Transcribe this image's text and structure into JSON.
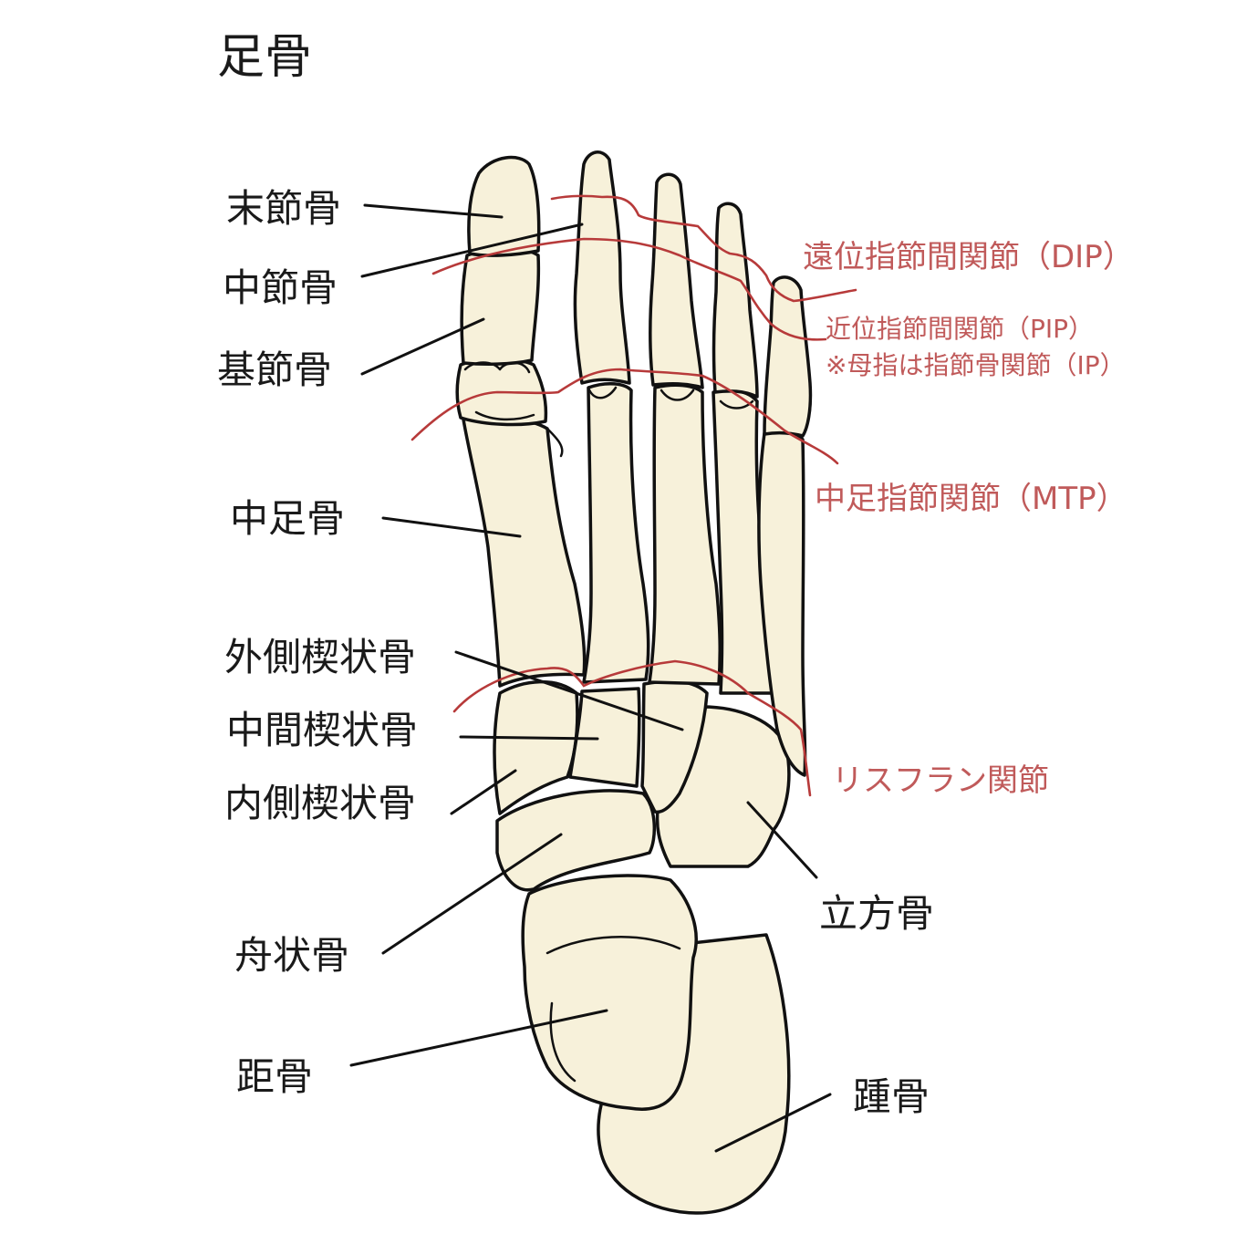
{
  "title": "足骨",
  "bone_labels": {
    "distal_phalanx": "末節骨",
    "middle_phalanx": "中節骨",
    "proximal_phalanx": "基節骨",
    "metatarsal": "中足骨",
    "lateral_cuneiform": "外側楔状骨",
    "intermediate_cuneiform": "中間楔状骨",
    "medial_cuneiform": "内側楔状骨",
    "navicular": "舟状骨",
    "talus": "距骨",
    "cuboid": "立方骨",
    "calcaneus": "踵骨"
  },
  "joint_labels": {
    "dip": "遠位指節間関節（DIP）",
    "pip": "近位指節間関節（PIP）",
    "ip_note": "※母指は指節骨関節（IP）",
    "mtp": "中足指節関節（MTP）",
    "lisfranc": "リスフラン関節"
  },
  "colors": {
    "bone_fill": "#f7f1da",
    "outline": "#111111",
    "joint_line": "#b73a3a",
    "joint_text": "#c05a5a"
  }
}
